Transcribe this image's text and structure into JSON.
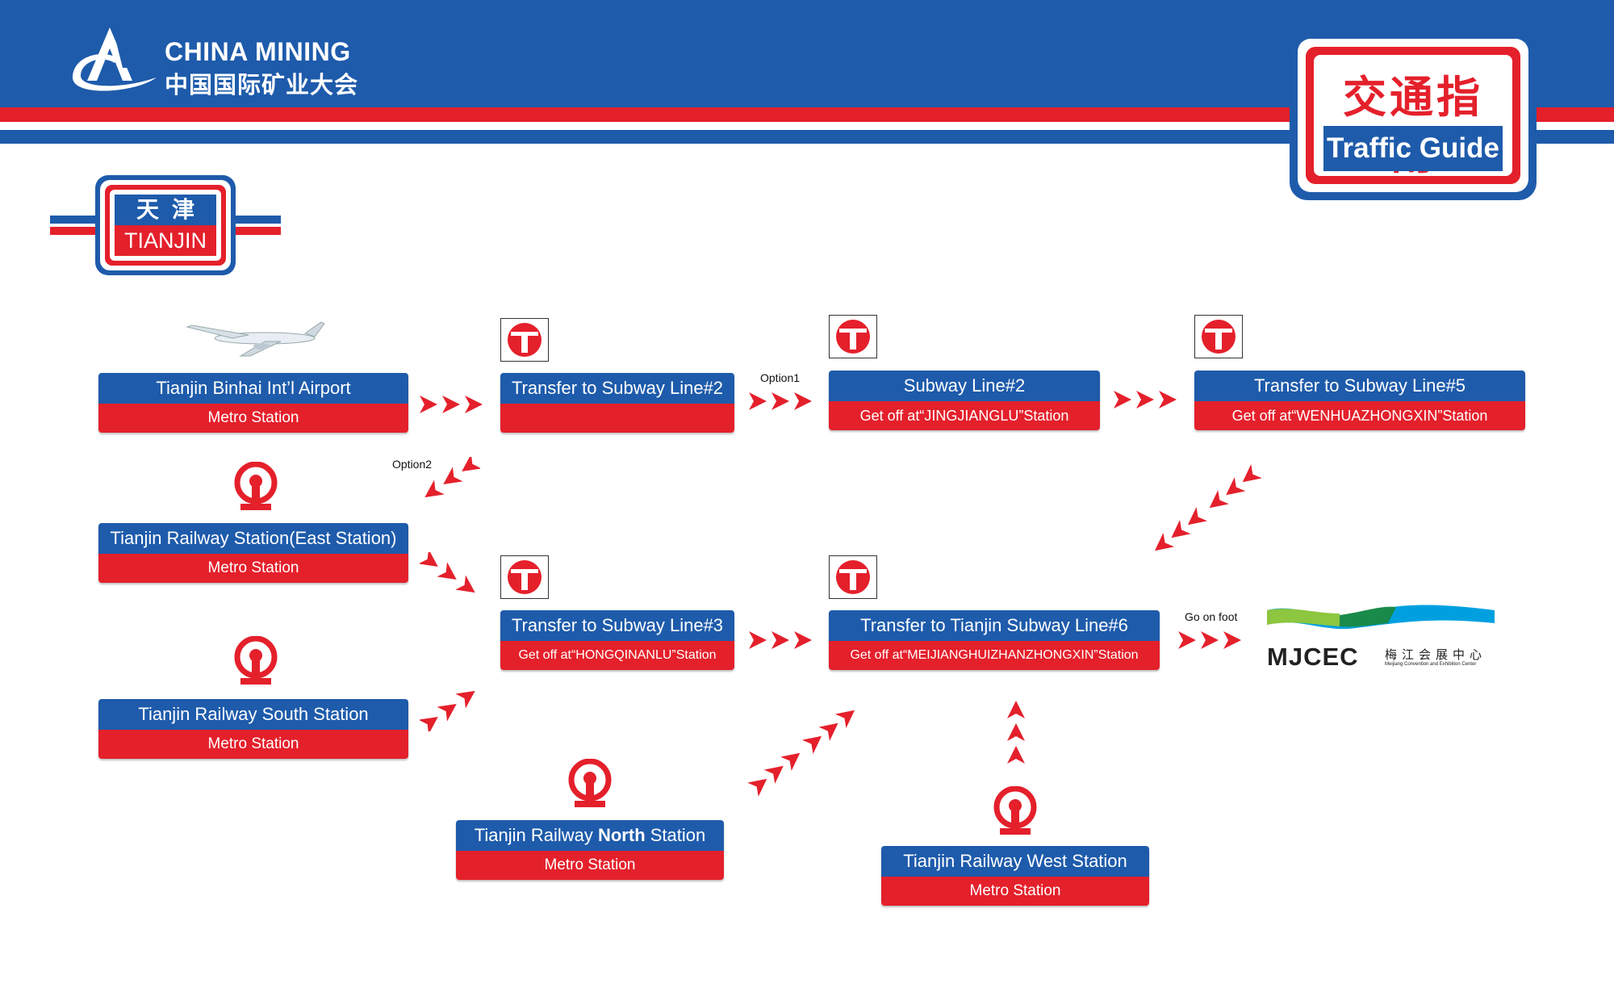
{
  "header": {
    "brand_en": "CHINA MINING",
    "brand_cn": "中国国际矿业大会",
    "guide_cn": "交通指南",
    "guide_en": "Traffic Guide",
    "city_cn": "天津",
    "city_en": "TIANJIN"
  },
  "colors": {
    "blue": "#1e5bab",
    "red": "#e4202b",
    "green": "#8dc63f",
    "cyan": "#00a0e0"
  },
  "stations": {
    "airport": {
      "title": "Tianjin Binhai Int’l  Airport",
      "sub": "Metro Station"
    },
    "east": {
      "title": "Tianjin Railway Station(East Station)",
      "sub": "Metro Station"
    },
    "south": {
      "title": "Tianjin Railway South Station",
      "sub": "Metro Station"
    },
    "north": {
      "title_a": "Tianjin Railway ",
      "title_b": "North",
      "title_c": " Station",
      "sub": "Metro Station"
    },
    "west": {
      "title": "Tianjin Railway West Station",
      "sub": "Metro Station"
    }
  },
  "transfers": {
    "line2": {
      "title": "Transfer to Subway Line#2",
      "sub": ""
    },
    "line2_ride": {
      "title": "Subway Line#2",
      "sub": "Get off at“JINGJIANGLU”Station"
    },
    "line5": {
      "title": "Transfer to Subway Line#5",
      "sub": "Get off at“WENHUAZHONGXIN”Station"
    },
    "line3": {
      "title": "Transfer to Subway Line#3",
      "sub": "Get off at“HONGQINANLU”Station"
    },
    "line6": {
      "title": "Transfer to Tianjin Subway Line#6",
      "sub": "Get off at“MEIJIANGHUIZHANZHONGXIN”Station"
    }
  },
  "notes": {
    "option1": "Option1",
    "option2": "Option2",
    "go_on_foot": "Go on foot"
  },
  "destination": {
    "letters": "MJCEC",
    "cn": "梅江会展中心",
    "en": "Meijiang Convention and Exhibition Center"
  },
  "icons": {
    "metro": "tianjin-metro-icon",
    "rail": "china-railway-icon",
    "plane": "airplane-icon",
    "arrow": "chevron-arrow-icon"
  }
}
